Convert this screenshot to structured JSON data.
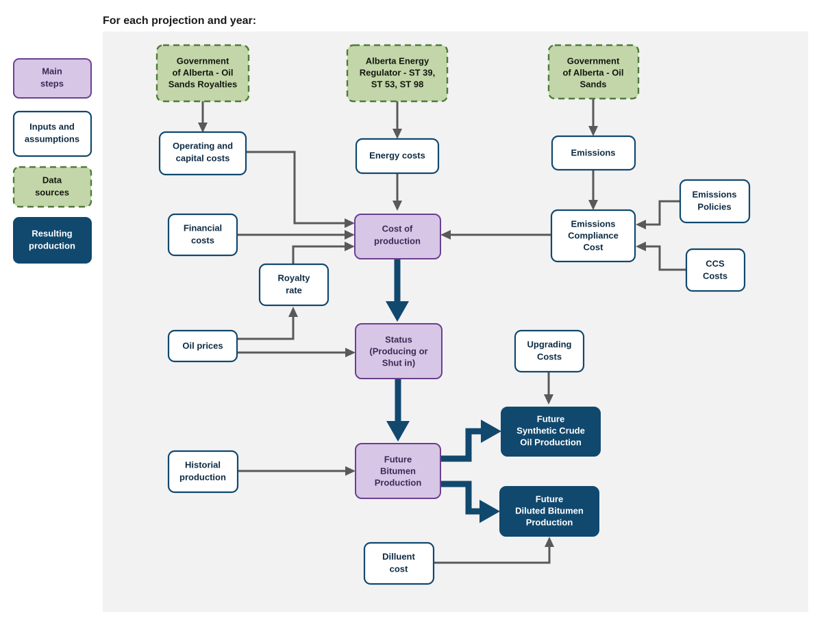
{
  "caption": "For each projection and year:",
  "colors": {
    "panel_background": "#f2f2f2",
    "main_step_fill": "#d7c6e6",
    "main_step_border": "#6b3f8f",
    "input_fill": "#ffffff",
    "input_border": "#10486f",
    "data_source_fill": "#c3d6a9",
    "data_source_border": "#4e7a3a",
    "result_fill": "#11486e",
    "thin_arrow": "#595959",
    "thick_arrow": "#11486e"
  },
  "legend": {
    "items": [
      {
        "label": "Main steps",
        "lines": [
          "Main",
          "steps"
        ],
        "type": "main-step"
      },
      {
        "label": "Inputs and assumptions",
        "lines": [
          "Inputs and",
          "assumptions"
        ],
        "type": "input"
      },
      {
        "label": "Data sources",
        "lines": [
          "Data",
          "sources"
        ],
        "type": "data-source"
      },
      {
        "label": "Resulting production",
        "lines": [
          "Resulting",
          "production"
        ],
        "type": "result"
      }
    ]
  },
  "nodes": [
    {
      "id": "gov-royalties",
      "type": "data-source",
      "lines": [
        "Government",
        "of Alberta - Oil",
        "Sands Royalties"
      ]
    },
    {
      "id": "aer",
      "type": "data-source",
      "lines": [
        "Alberta Energy",
        "Regulator - ST 39,",
        "ST 53, ST 98"
      ]
    },
    {
      "id": "gov-oilsands",
      "type": "data-source",
      "lines": [
        "Government",
        "of Alberta - Oil",
        "Sands"
      ]
    },
    {
      "id": "operating-capital-costs",
      "type": "input",
      "lines": [
        "Operating and",
        "capital costs"
      ]
    },
    {
      "id": "energy-costs",
      "type": "input",
      "lines": [
        "Energy costs"
      ]
    },
    {
      "id": "emissions",
      "type": "input",
      "lines": [
        "Emissions"
      ]
    },
    {
      "id": "financial-costs",
      "type": "input",
      "lines": [
        "Financial",
        "costs"
      ]
    },
    {
      "id": "royalty-rate",
      "type": "input",
      "lines": [
        "Royalty",
        "rate"
      ]
    },
    {
      "id": "oil-prices",
      "type": "input",
      "lines": [
        "Oil prices"
      ]
    },
    {
      "id": "historial-production",
      "type": "input",
      "lines": [
        "Historial",
        "production"
      ]
    },
    {
      "id": "emissions-policies",
      "type": "input",
      "lines": [
        "Emissions",
        "Policies"
      ]
    },
    {
      "id": "ccs-costs",
      "type": "input",
      "lines": [
        "CCS",
        "Costs"
      ]
    },
    {
      "id": "emissions-compliance-cost",
      "type": "input",
      "lines": [
        "Emissions",
        "Compliance",
        "Cost"
      ]
    },
    {
      "id": "upgrading-costs",
      "type": "input",
      "lines": [
        "Upgrading",
        "Costs"
      ]
    },
    {
      "id": "dilluent-cost",
      "type": "input",
      "lines": [
        "Dilluent",
        "cost"
      ]
    },
    {
      "id": "cost-of-production",
      "type": "main-step",
      "lines": [
        "Cost of",
        "production"
      ]
    },
    {
      "id": "status",
      "type": "main-step",
      "lines": [
        "Status",
        "(Producing or",
        "Shut in)"
      ]
    },
    {
      "id": "future-bitumen-production",
      "type": "main-step",
      "lines": [
        "Future",
        "Bitumen",
        "Production"
      ]
    },
    {
      "id": "future-synthetic-crude",
      "type": "result",
      "lines": [
        "Future",
        "Synthetic Crude",
        "Oil Production"
      ]
    },
    {
      "id": "future-diluted-bitumen",
      "type": "result",
      "lines": [
        "Future",
        "Diluted Bitumen",
        "Production"
      ]
    }
  ],
  "edges": [
    {
      "from": "gov-royalties",
      "to": "operating-capital-costs",
      "weight": "thin"
    },
    {
      "from": "aer",
      "to": "energy-costs",
      "weight": "thin"
    },
    {
      "from": "gov-oilsands",
      "to": "emissions",
      "weight": "thin"
    },
    {
      "from": "operating-capital-costs",
      "to": "cost-of-production",
      "weight": "thin"
    },
    {
      "from": "energy-costs",
      "to": "cost-of-production",
      "weight": "thin"
    },
    {
      "from": "financial-costs",
      "to": "cost-of-production",
      "weight": "thin"
    },
    {
      "from": "royalty-rate",
      "to": "cost-of-production",
      "weight": "thin"
    },
    {
      "from": "oil-prices",
      "to": "royalty-rate",
      "weight": "thin"
    },
    {
      "from": "oil-prices",
      "to": "status",
      "weight": "thin"
    },
    {
      "from": "emissions",
      "to": "emissions-compliance-cost",
      "weight": "thin"
    },
    {
      "from": "emissions-policies",
      "to": "emissions-compliance-cost",
      "weight": "thin"
    },
    {
      "from": "ccs-costs",
      "to": "emissions-compliance-cost",
      "weight": "thin"
    },
    {
      "from": "emissions-compliance-cost",
      "to": "cost-of-production",
      "weight": "thin"
    },
    {
      "from": "cost-of-production",
      "to": "status",
      "weight": "thick"
    },
    {
      "from": "status",
      "to": "future-bitumen-production",
      "weight": "thick"
    },
    {
      "from": "historial-production",
      "to": "future-bitumen-production",
      "weight": "thin"
    },
    {
      "from": "future-bitumen-production",
      "to": "future-synthetic-crude",
      "weight": "thick"
    },
    {
      "from": "future-bitumen-production",
      "to": "future-diluted-bitumen",
      "weight": "thick"
    },
    {
      "from": "upgrading-costs",
      "to": "future-synthetic-crude",
      "weight": "thin"
    },
    {
      "from": "dilluent-cost",
      "to": "future-diluted-bitumen",
      "weight": "thin"
    }
  ]
}
